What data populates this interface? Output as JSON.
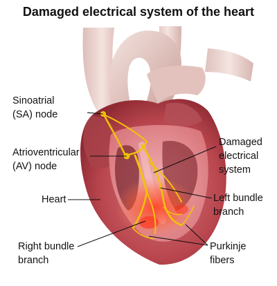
{
  "title": "Damaged electrical system of the heart",
  "labels": {
    "sa_node": [
      "Sinoatrial",
      "(SA) node"
    ],
    "av_node": [
      "Atrioventricular",
      "(AV) node"
    ],
    "heart": [
      "Heart"
    ],
    "right_bundle": [
      "Right bundle",
      "branch"
    ],
    "damaged": [
      "Damaged",
      "electrical",
      "system"
    ],
    "left_bundle": [
      "Left bundle",
      "branch"
    ],
    "purkinje": [
      "Purkinje",
      "fibers"
    ]
  },
  "colors": {
    "background": "#ffffff",
    "heart_muscle": "#c0535a",
    "inner_wall": "#e8969a",
    "vessel": "#e9cfcb",
    "conduction": "#f2c20a",
    "damage_glow": "#ff3b1f",
    "leader_line": "#111111"
  }
}
